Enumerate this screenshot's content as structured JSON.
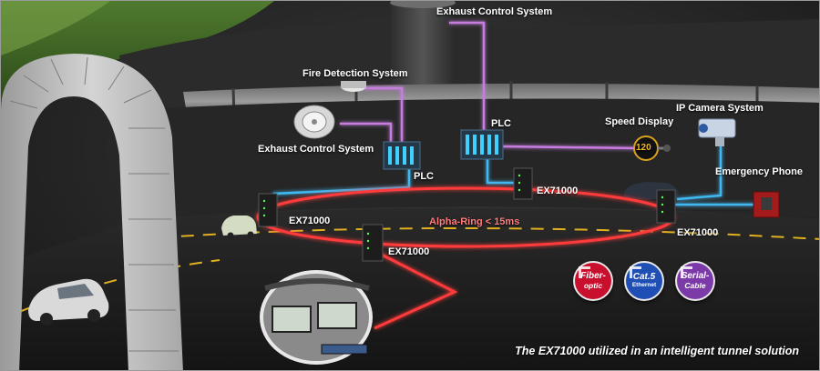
{
  "labels": {
    "exhaust_top": "Exhaust Control System",
    "fire_detection": "Fire Detection System",
    "exhaust_left": "Exhaust Control System",
    "plc_left": "PLC",
    "plc_center": "PLC",
    "speed_display": "Speed Display",
    "speed_value": "120",
    "ip_camera": "IP Camera System",
    "emergency_phone": "Emergency Phone",
    "ex_left": "EX71000",
    "ex_center": "EX71000",
    "ex_bottom": "EX71000",
    "ex_right": "EX71000",
    "ring": "Alpha-Ring < 15ms"
  },
  "badges": [
    {
      "line1": "Fiber-",
      "line2": "optic",
      "color": "#c8102e"
    },
    {
      "line1": "Cat.5",
      "line2": "Ethernet",
      "color": "#1f4fb4"
    },
    {
      "line1": "Serial-",
      "line2": "Cable",
      "color": "#7b3aa8"
    }
  ],
  "caption": "The EX71000 utilized in an intelligent tunnel solution",
  "colors": {
    "fiber": "#ff3b3b",
    "ethernet": "#3fb8f0",
    "serial": "#c77ddf"
  }
}
